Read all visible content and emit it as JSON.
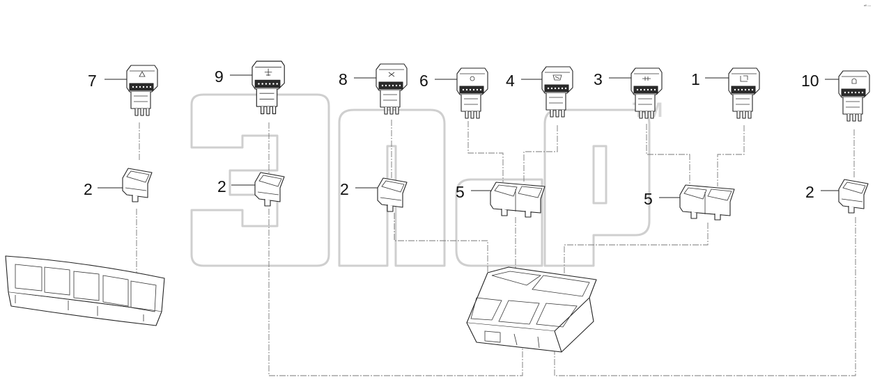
{
  "diagram": {
    "watermark": "эпс",
    "watermark_tm": "TM",
    "corner_mark": "ᵃᴵᴵ ◦◦◦",
    "callouts": {
      "switch_7": "7",
      "switch_9": "9",
      "switch_8": "8",
      "switch_6": "6",
      "switch_4": "4",
      "switch_3": "3",
      "switch_1": "1",
      "switch_10": "10",
      "frame_a": "2",
      "frame_b": "2",
      "frame_c": "2",
      "frame_d": "2",
      "double_frame_a": "5",
      "double_frame_b": "5"
    },
    "switch_icons": {
      "switch_7": "hazard-triangle-icon",
      "switch_9": "aircraft-icon",
      "switch_8": "fan-icon",
      "switch_6": "lamp-icon",
      "switch_4": "heated-glass-icon",
      "switch_3": "light-icon",
      "switch_1": "seat-icon",
      "switch_10": "beacon-icon"
    },
    "colors": {
      "line": "#222222",
      "dashed_link": "#777777",
      "watermark": "#cfcfcf",
      "background": "#ffffff"
    }
  }
}
